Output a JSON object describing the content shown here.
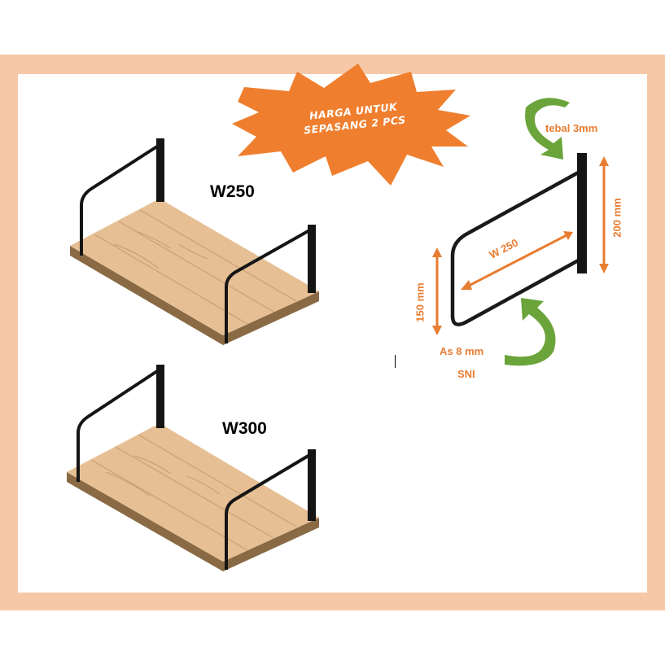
{
  "promo": {
    "line1": "HARGA UNTUK",
    "line2": "SEPASANG 2 PCS"
  },
  "products": [
    {
      "label": "W250"
    },
    {
      "label": "W300"
    }
  ],
  "spec": {
    "thickness": "tebal 3mm",
    "height_right": "200 mm",
    "width": "W 250",
    "height_left": "150 mm",
    "rod": "As  8 mm",
    "standard": "SNI"
  },
  "colors": {
    "frame": "#f6c8a8",
    "burst": "#ef7f2e",
    "dimension": "#e87d32",
    "arrow": "#6aa43a",
    "wood": "#e9c49a",
    "steel": "#1a1a1a"
  }
}
